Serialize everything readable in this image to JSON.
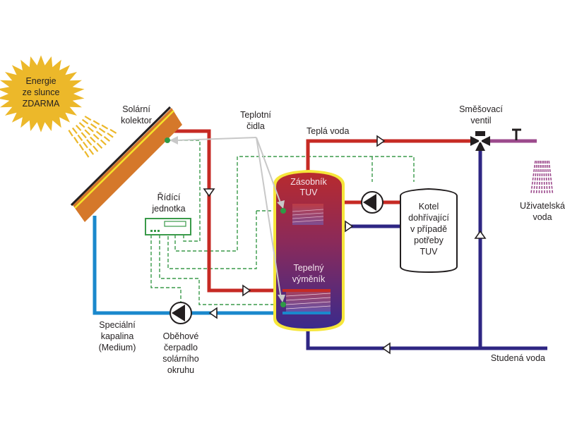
{
  "diagram": {
    "title": "Solární ohřev teplé užitkové vody",
    "colors": {
      "hot_pipe": "#c62a24",
      "cold_pipe": "#2e2683",
      "solar_pipe": "#1a88cc",
      "user_pipe": "#9c4a8c",
      "control_wire": "#3a9a4a",
      "sensor_line": "#c8c8c8",
      "sensor_dot": "#2e9a46",
      "sun": "#ecb82a",
      "collector": "#d5782a",
      "collector_glass": "#f4e22a",
      "tank_outline": "#f6e63a",
      "tank_top": "#b82a2e",
      "tank_bottom": "#3a2a8c"
    },
    "labels": {
      "sun": [
        "Energie",
        "ze slunce",
        "ZDARMA"
      ],
      "collector": [
        "Solární",
        "kolektor"
      ],
      "sensors": [
        "Teplotní",
        "čidla"
      ],
      "hot_water": "Teplá voda",
      "mixing_valve": [
        "Směšovací",
        "ventil"
      ],
      "user_water": [
        "Uživatelská",
        "voda"
      ],
      "controller": [
        "Řídící",
        "jednotka"
      ],
      "tank": [
        "Zásobník",
        "TUV"
      ],
      "boiler": [
        "Kotel",
        "dohřívající",
        "v případě",
        "potřeby",
        "TUV"
      ],
      "heat_exchanger": [
        "Tepelný",
        "výměník"
      ],
      "medium": [
        "Speciální",
        "kapalina",
        "(Medium)"
      ],
      "pump": [
        "Oběhové",
        "čerpadlo",
        "solárního",
        "okruhu"
      ],
      "cold_water": "Studená voda"
    }
  }
}
